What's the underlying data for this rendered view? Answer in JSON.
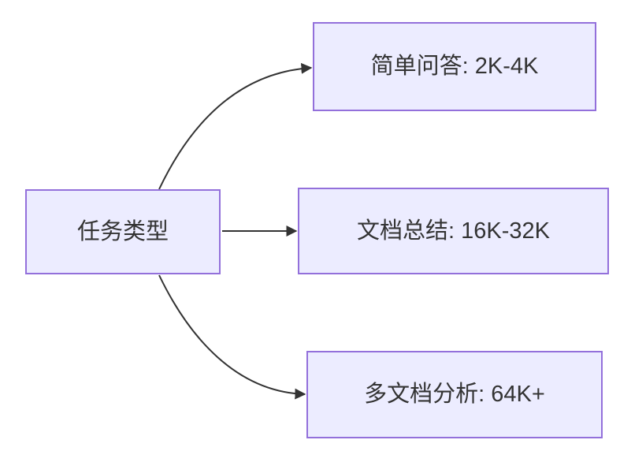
{
  "diagram": {
    "type": "flowchart",
    "direction": "left-to-right",
    "root": {
      "id": "task-type",
      "label": "任务类型"
    },
    "branches": [
      {
        "id": "simple-qa",
        "label": "简单问答: 2K-4K"
      },
      {
        "id": "doc-summary",
        "label": "文档总结: 16K-32K"
      },
      {
        "id": "multi-doc-analysis",
        "label": "多文档分析: 64K+"
      }
    ],
    "edges": [
      {
        "from": "task-type",
        "to": "simple-qa"
      },
      {
        "from": "task-type",
        "to": "doc-summary"
      },
      {
        "from": "task-type",
        "to": "multi-doc-analysis"
      }
    ],
    "colors": {
      "background": "#ffffff",
      "node_fill": "#ECECFF",
      "node_border": "#9370DB",
      "edge_color": "#333333",
      "text_color": "#333333"
    }
  }
}
